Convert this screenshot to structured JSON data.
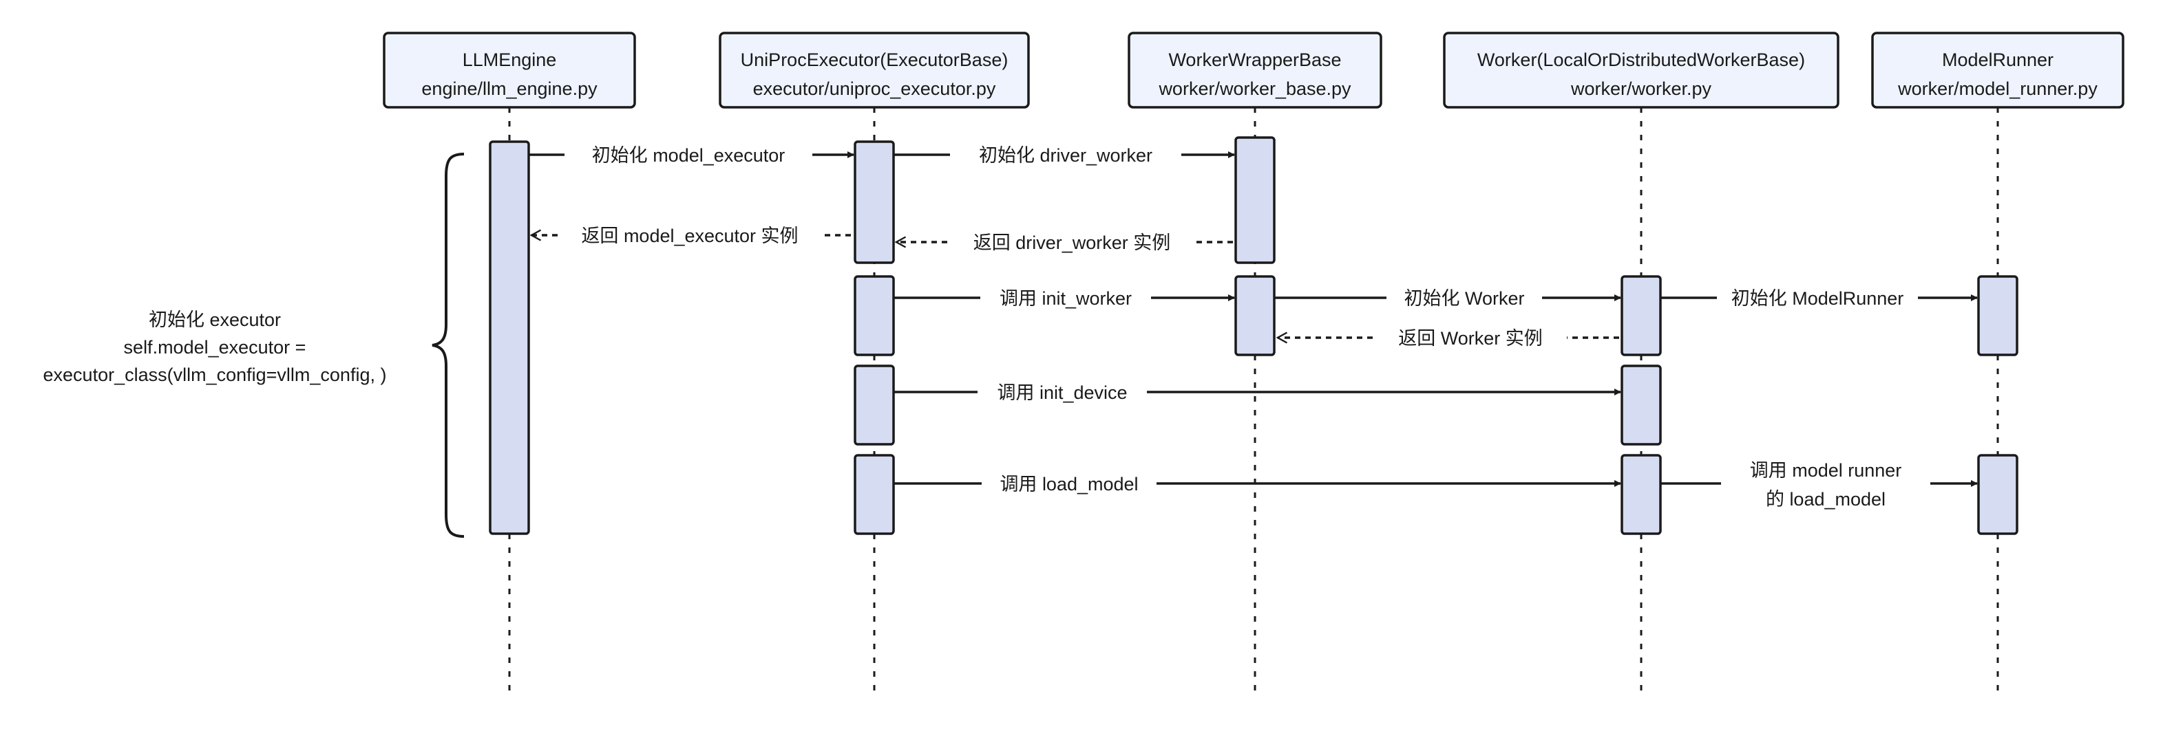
{
  "colors": {
    "header_fill": "#eef3fd",
    "activation_fill": "#d6dcf2",
    "stroke": "#1a1a1a",
    "background": "#ffffff"
  },
  "participants": [
    {
      "id": "llm_engine",
      "name": "LLMEngine",
      "file": "engine/llm_engine.py"
    },
    {
      "id": "uniproc_executor",
      "name": "UniProcExecutor(ExecutorBase)",
      "file": "executor/uniproc_executor.py"
    },
    {
      "id": "worker_wrapper",
      "name": "WorkerWrapperBase",
      "file": "worker/worker_base.py"
    },
    {
      "id": "worker",
      "name": "Worker(LocalOrDistributedWorkerBase)",
      "file": "worker/worker.py"
    },
    {
      "id": "model_runner",
      "name": "ModelRunner",
      "file": "worker/model_runner.py"
    }
  ],
  "messages": [
    {
      "id": "init_model_executor",
      "text": "初始化 model_executor"
    },
    {
      "id": "init_driver_worker",
      "text": "初始化 driver_worker"
    },
    {
      "id": "return_model_executor",
      "text": "返回 model_executor 实例"
    },
    {
      "id": "return_driver_worker",
      "text": "返回 driver_worker 实例"
    },
    {
      "id": "call_init_worker",
      "text": "调用 init_worker"
    },
    {
      "id": "init_worker",
      "text": "初始化 Worker"
    },
    {
      "id": "init_model_runner",
      "text": "初始化 ModelRunner"
    },
    {
      "id": "return_worker",
      "text": "返回 Worker 实例"
    },
    {
      "id": "call_init_device",
      "text": "调用 init_device"
    },
    {
      "id": "call_load_model",
      "text": "调用 load_model"
    },
    {
      "id": "call_runner_load_model",
      "lines": [
        "调用 model runner",
        "的 load_model"
      ]
    }
  ],
  "annotation": {
    "lines": [
      "初始化 executor",
      "self.model_executor =",
      "executor_class(vllm_config=vllm_config, )"
    ]
  }
}
